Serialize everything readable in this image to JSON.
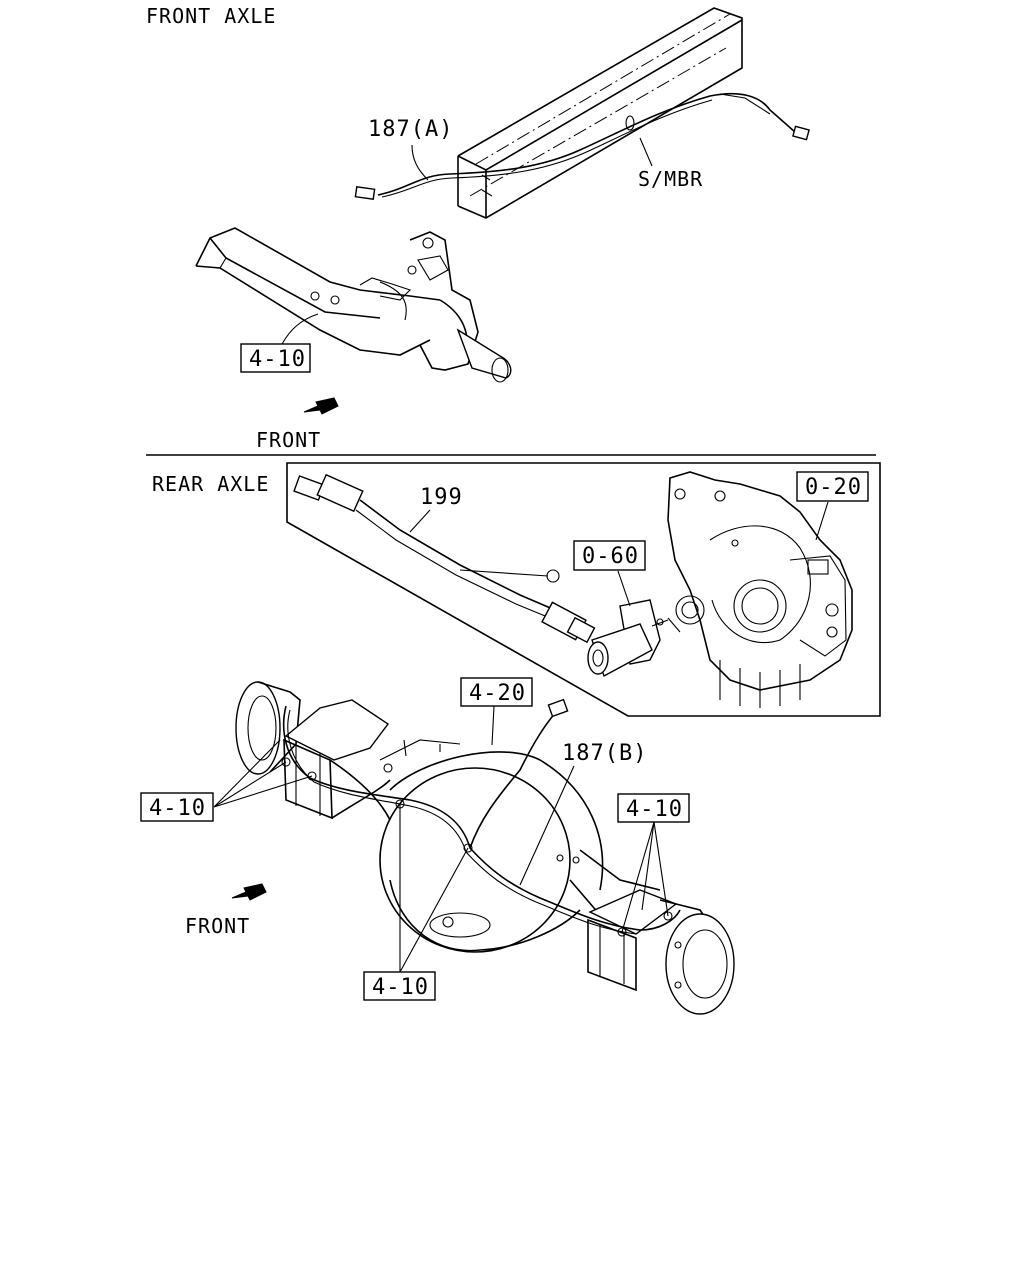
{
  "sections": {
    "front": {
      "title": "FRONT AXLE"
    },
    "rear": {
      "title": "REAR AXLE"
    }
  },
  "parts": {
    "p187a": "187(A)",
    "smbr": "S/MBR",
    "ref410_front": "4-10",
    "p199": "199",
    "ref020": "0-20",
    "ref060": "0-60",
    "ref420": "4-20",
    "p187b": "187(B)",
    "ref410_left": "4-10",
    "ref410_right": "4-10",
    "ref410_bottom": "4-10"
  },
  "direction": {
    "front_label_1": "FRONT",
    "front_label_2": "FRONT"
  },
  "icons": {
    "direction": "front-arrow-icon"
  }
}
